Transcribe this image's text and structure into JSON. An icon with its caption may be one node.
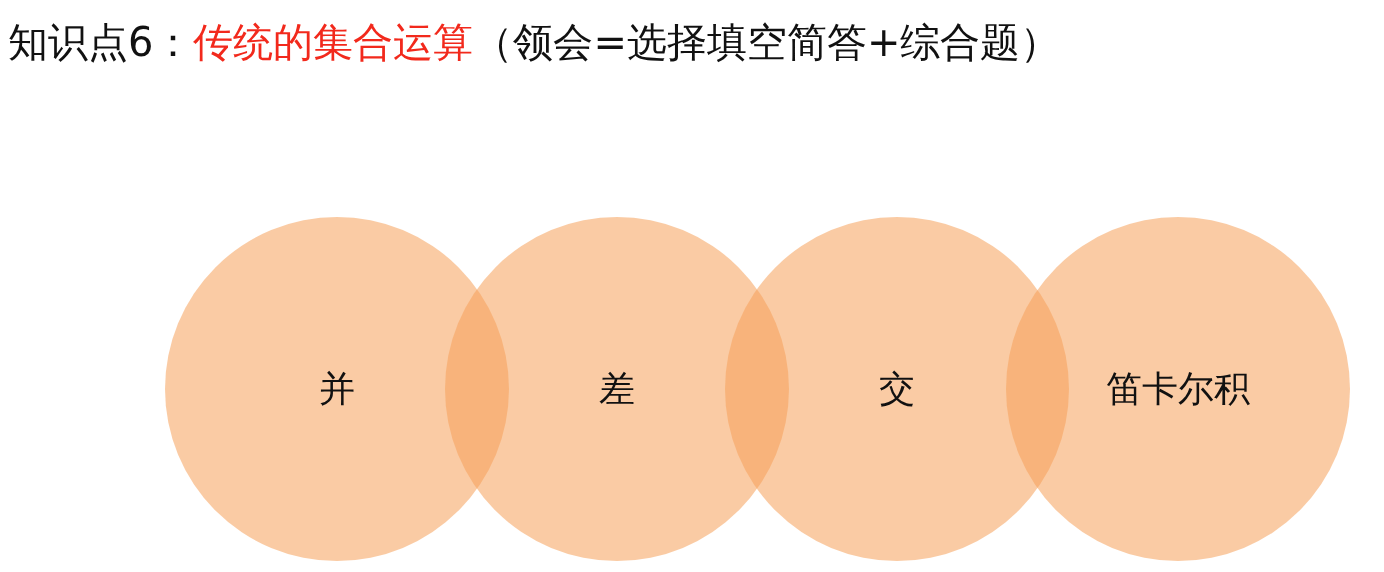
{
  "diagram": {
    "title": "知识点6：**传统的集合运算**（领会=选择填空简答+综合题）",
    "nodes": [
      {
        "text": [
          "并"
        ]
      },
      {
        "text": [
          "差"
        ]
      },
      {
        "text": [
          "交"
        ]
      },
      {
        "text": [
          "笛卡尔积"
        ]
      }
    ]
  }
}
